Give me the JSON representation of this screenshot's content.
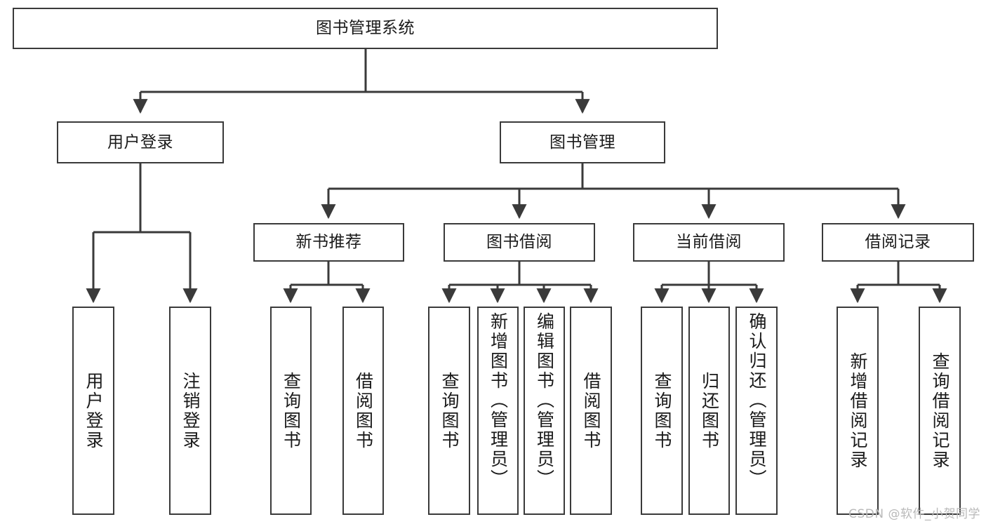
{
  "diagram": {
    "type": "tree",
    "title": "图书管理系统",
    "watermark": "CSDN @软件_小贺同学",
    "colors": {
      "box_border": "#3a3a3a",
      "box_fill": "#ffffff",
      "connector": "#3a3a3a",
      "text": "#1a1a1a",
      "watermark": "#b9b9b9"
    },
    "root": {
      "label": "图书管理系统"
    },
    "level1": [
      {
        "label": "用户登录"
      },
      {
        "label": "图书管理"
      }
    ],
    "level2": [
      {
        "label": "新书推荐"
      },
      {
        "label": "图书借阅"
      },
      {
        "label": "当前借阅"
      },
      {
        "label": "借阅记录"
      }
    ],
    "leaves": {
      "user_login": [
        {
          "label": "用户登录"
        },
        {
          "label": "注销登录"
        }
      ],
      "new_book_recommend": [
        {
          "label": "查询图书"
        },
        {
          "label": "借阅图书"
        }
      ],
      "book_borrow": [
        {
          "label": "查询图书"
        },
        {
          "label": "新增图书（管理员）"
        },
        {
          "label": "编辑图书（管理员）"
        },
        {
          "label": "借阅图书"
        }
      ],
      "current_borrow": [
        {
          "label": "查询图书"
        },
        {
          "label": "归还图书"
        },
        {
          "label": "确认归还（管理员）"
        }
      ],
      "borrow_record": [
        {
          "label": "新增借阅记录"
        },
        {
          "label": "查询借阅记录"
        }
      ]
    }
  }
}
